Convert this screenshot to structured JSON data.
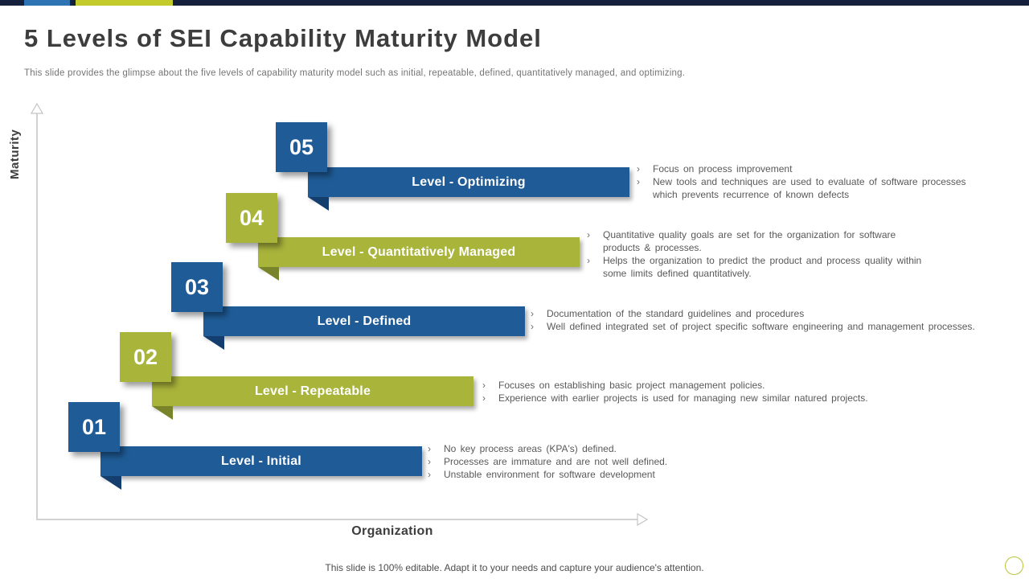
{
  "slide": {
    "title": "5 Levels of SEI Capability Maturity Model",
    "subtitle": "This slide provides the glimpse about the five levels of capability maturity model such as initial, repeatable, defined, quantitatively managed, and optimizing.",
    "footer": "This slide is 100% editable. Adapt it to your needs and capture your audience's attention."
  },
  "axes": {
    "y_label": "Maturity",
    "x_label": "Organization"
  },
  "misc": {
    "bullet_marker": "›"
  },
  "colors": {
    "blue": "#1f5c97",
    "blue_dark": "#143e6d",
    "green": "#a9b43b",
    "green_dark": "#79842a",
    "topbar_dark": "#15213c",
    "topbar_blue": "#2e74b5",
    "topbar_yellow": "#c2cb2a",
    "circle_accent": "#b9c437"
  },
  "levels": [
    {
      "number": "05",
      "label": "Level - Optimizing",
      "theme": "blue",
      "bullets": [
        "Focus on process improvement",
        "New tools and techniques are used to evaluate of software processes which prevents recurrence of known defects"
      ]
    },
    {
      "number": "04",
      "label": "Level - Quantitatively Managed",
      "theme": "green",
      "bullets": [
        "Quantitative quality goals are set for the organization for software products & processes.",
        "Helps the organization to predict the product and process quality within some limits defined quantitatively."
      ]
    },
    {
      "number": "03",
      "label": "Level - Defined",
      "theme": "blue",
      "bullets": [
        "Documentation of the standard guidelines and procedures",
        "Well defined integrated set of project specific software engineering and management processes."
      ]
    },
    {
      "number": "02",
      "label": "Level - Repeatable",
      "theme": "green",
      "bullets": [
        "Focuses on establishing basic project management policies.",
        "Experience with earlier projects is used for managing new similar natured projects."
      ]
    },
    {
      "number": "01",
      "label": "Level - Initial",
      "theme": "blue",
      "bullets": [
        "No key process areas (KPA's) defined.",
        "Processes are immature and are not well defined.",
        "Unstable environment for software development"
      ]
    }
  ]
}
